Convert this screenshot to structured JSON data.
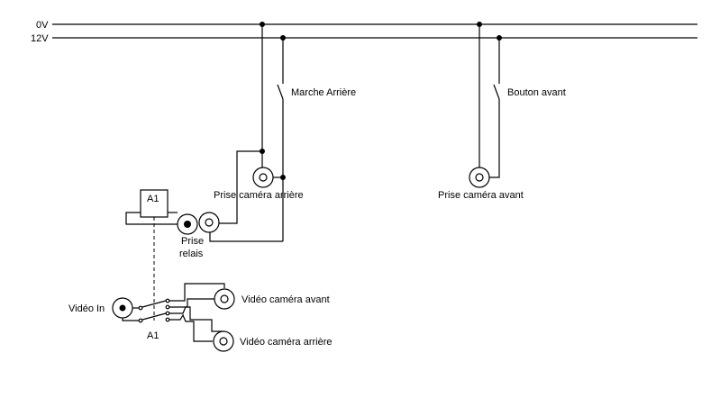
{
  "rails": {
    "rail_0v": "0V",
    "rail_12v": "12V"
  },
  "switches": {
    "reverse_gear": "Marche Arrière",
    "front_button": "Bouton avant"
  },
  "sockets": {
    "rear_camera": "Prise caméra arrière",
    "front_camera": "Prise caméra avant",
    "relay_line1": "Prise",
    "relay_line2": "relais"
  },
  "relay": {
    "coil_label": "A1",
    "contact_label": "A1"
  },
  "video": {
    "input": "Vidéo In",
    "front_camera": "Vidéo caméra avant",
    "rear_camera": "Vidéo caméra arrière"
  }
}
